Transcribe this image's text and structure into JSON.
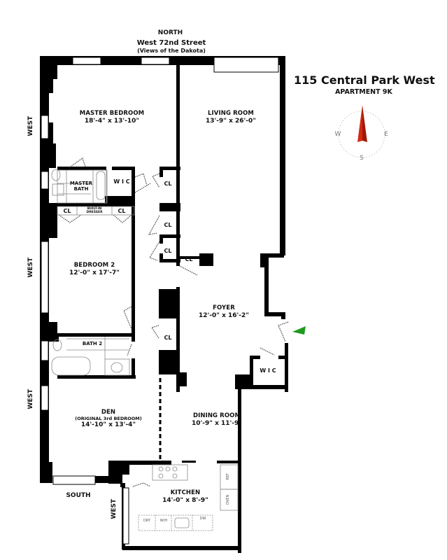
{
  "header": {
    "title": "115 Central Park West",
    "subtitle": "APARTMENT 9K"
  },
  "orientation": {
    "north_label": "NORTH",
    "north_street": "West 72nd Street",
    "north_note": "(Views of the Dakota)",
    "south_label": "SOUTH",
    "west_labels": [
      "WEST",
      "WEST",
      "WEST",
      "WEST"
    ]
  },
  "compass": {
    "letters": {
      "w": "W",
      "e": "E",
      "s": "S"
    },
    "needle_color": "#d42a12",
    "needle_dark": "#9e1a0a"
  },
  "entry_arrow_color": "#1f9a1f",
  "rooms": [
    {
      "id": "master-bedroom",
      "name": "MASTER BEDROOM",
      "dims": "18'-4\" x 13'-10\""
    },
    {
      "id": "living-room",
      "name": "LIVING ROOM",
      "dims": "13'-9\" x 26'-0\""
    },
    {
      "id": "bedroom-2",
      "name": "BEDROOM 2",
      "dims": "12'-0\" x 17'-7\""
    },
    {
      "id": "foyer",
      "name": "FOYER",
      "dims": "12'-0\" x 16'-2\""
    },
    {
      "id": "den",
      "name": "DEN",
      "note": "(ORIGINAL 3rd BEDROOM)",
      "dims": "14'-10\" x 13'-4\""
    },
    {
      "id": "dining-room",
      "name": "DINING ROOM",
      "dims": "10'-9\" x 11'-9\""
    },
    {
      "id": "kitchen",
      "name": "KITCHEN",
      "dims": "14'-0\" x 8'-9\""
    }
  ],
  "baths": {
    "master_bath_line1": "MASTER",
    "master_bath_line2": "BATH",
    "bath_2": "BATH 2"
  },
  "closets": {
    "wic": "W I C",
    "cl": "CL",
    "built_in_line1": "BUILT-IN",
    "built_in_line2": "DRESSER"
  },
  "appliances": {
    "dryer": "DRY",
    "washer": "W/H",
    "dishwasher": "DW",
    "refrigerator": "REF",
    "oven": "OVEN"
  }
}
